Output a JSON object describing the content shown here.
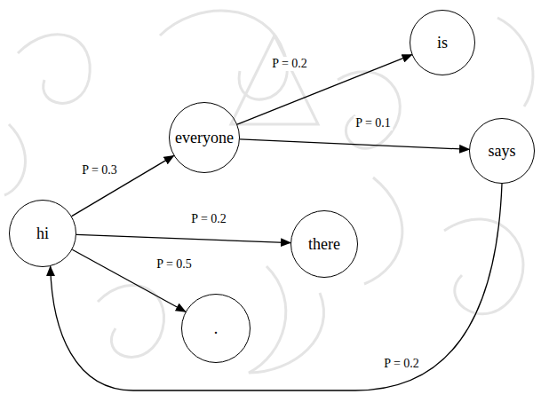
{
  "diagram": {
    "nodes": [
      {
        "text": [
          "hi"
        ]
      },
      {
        "text": [
          "everyone"
        ]
      },
      {
        "text": [
          "there"
        ]
      },
      {
        "text": [
          "."
        ]
      },
      {
        "text": [
          "is"
        ]
      },
      {
        "text": [
          "says"
        ]
      }
    ],
    "edges": [
      {
        "from": 0,
        "to": 1,
        "label": "P = 0.3",
        "arrow": "to"
      },
      {
        "from": 0,
        "to": 2,
        "label": "P = 0.2",
        "arrow": "to"
      },
      {
        "from": 0,
        "to": 3,
        "label": "P = 0.5",
        "arrow": "to"
      },
      {
        "from": 1,
        "to": 4,
        "label": "P = 0.2",
        "arrow": "to"
      },
      {
        "from": 1,
        "to": 5,
        "label": "P = 0.1",
        "arrow": "to"
      },
      {
        "from": 5,
        "to": 0,
        "label": "P = 0.2",
        "arrow": "to"
      }
    ]
  }
}
